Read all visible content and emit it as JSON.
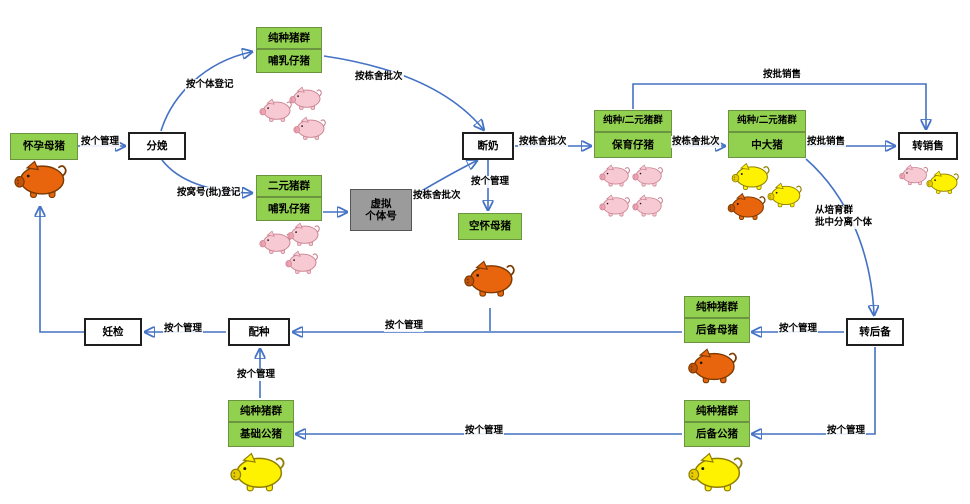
{
  "colors": {
    "box_green": "#92D050",
    "box_gray": "#9B9B9B",
    "arrow_blue": "#4472C4",
    "pig_orange": {
      "fill": "#E8650D",
      "stroke": "#7A3A00",
      "snout": "#C25308"
    },
    "pig_pink": {
      "fill": "#F7C9D3",
      "stroke": "#C9808F",
      "snout": "#EFA4B4"
    },
    "pig_yellow": {
      "fill": "#FFF200",
      "stroke": "#8F7F00",
      "snout": "#E6CC00"
    }
  },
  "nodes": {
    "pregnant_sow": "怀孕母猪",
    "farrowing": "分娩",
    "purebred_herd": "纯种猪群",
    "suckling_piglets": "哺乳仔猪",
    "binary_herd": "二元猪群",
    "virtual_id_line1": "虚拟",
    "virtual_id_line2": "个体号",
    "weaning": "断奶",
    "open_sow": "空怀母猪",
    "mixed_herd": "纯种/二元猪群",
    "nursery_piglets": "保育仔猪",
    "grower_pigs": "中大猪",
    "to_sale": "转销售",
    "to_reserve": "转后备",
    "reserve_sows": "后备母猪",
    "breeding": "配种",
    "pregnancy_check": "妊检",
    "base_boars": "基础公猪",
    "reserve_boars": "后备公猪"
  },
  "edge_labels": {
    "manage_by_individual": "按个管理",
    "register_by_individual": "按个体登记",
    "register_by_litter": "按窝号(批)登记",
    "by_barn_batch": "按栋舍批次",
    "sell_by_batch": "按批销售",
    "separate_line1": "从培育群",
    "separate_line2": "批中分离个体"
  }
}
